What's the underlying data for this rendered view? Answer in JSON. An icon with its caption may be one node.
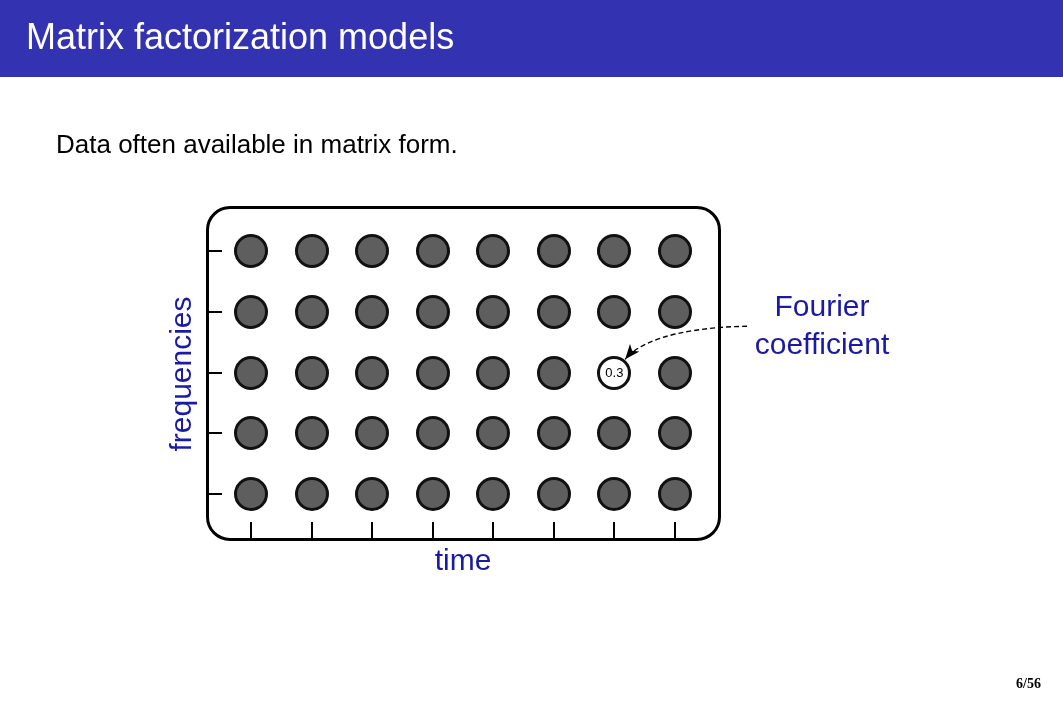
{
  "diagram": {
    "title": "Matrix factorization models",
    "nodes": [
      {
        "text": [],
        "shape": "box",
        "beside": [
          "frequencies",
          "time"
        ]
      },
      {
        "text": [],
        "shape": "circle",
        "in": 0
      },
      {
        "text": [],
        "shape": "circle",
        "in": 0
      },
      {
        "text": [],
        "shape": "circle",
        "in": 0
      },
      {
        "text": [],
        "shape": "circle",
        "in": 0
      },
      {
        "text": [],
        "shape": "circle",
        "in": 0
      },
      {
        "text": [],
        "shape": "circle",
        "in": 0
      },
      {
        "text": [],
        "shape": "circle",
        "in": 0
      },
      {
        "text": [],
        "shape": "circle",
        "in": 0
      },
      {
        "text": [],
        "shape": "circle",
        "in": 0
      },
      {
        "text": [],
        "shape": "circle",
        "in": 0
      },
      {
        "text": [],
        "shape": "circle",
        "in": 0
      },
      {
        "text": [],
        "shape": "circle",
        "in": 0
      },
      {
        "text": [],
        "shape": "circle",
        "in": 0
      },
      {
        "text": [],
        "shape": "circle",
        "in": 0
      },
      {
        "text": [],
        "shape": "circle",
        "in": 0
      },
      {
        "text": [],
        "shape": "circle",
        "in": 0
      },
      {
        "text": [],
        "shape": "circle",
        "in": 0
      },
      {
        "text": [],
        "shape": "circle",
        "in": 0
      },
      {
        "text": [],
        "shape": "circle",
        "in": 0
      },
      {
        "text": [],
        "shape": "circle",
        "in": 0
      },
      {
        "text": [],
        "shape": "circle",
        "in": 0
      },
      {
        "text": [],
        "shape": "circle",
        "in": 0
      },
      {
        "text": [
          "0.3"
        ],
        "in": 0
      },
      {
        "text": [],
        "shape": "circle",
        "in": 0
      },
      {
        "text": [],
        "shape": "circle",
        "in": 0
      },
      {
        "text": [],
        "shape": "circle",
        "in": 0
      },
      {
        "text": [],
        "shape": "circle",
        "in": 0
      },
      {
        "text": [],
        "shape": "circle",
        "in": 0
      },
      {
        "text": [],
        "shape": "circle",
        "in": 0
      },
      {
        "text": [],
        "shape": "circle",
        "in": 0
      },
      {
        "text": [],
        "shape": "circle",
        "in": 0
      },
      {
        "text": [],
        "shape": "circle",
        "in": 0
      },
      {
        "text": [],
        "shape": "circle",
        "in": 0
      },
      {
        "text": [],
        "shape": "circle",
        "in": 0
      },
      {
        "text": [],
        "shape": "circle",
        "in": 0
      },
      {
        "text": [],
        "shape": "circle",
        "in": 0
      },
      {
        "text": [],
        "shape": "circle",
        "in": 0
      },
      {
        "text": [],
        "shape": "circle",
        "in": 0
      },
      {
        "text": [],
        "shape": "circle",
        "in": 0
      },
      {
        "text": [],
        "shape": "circle",
        "in": 0
      },
      {
        "text": [
          "Fourier coefficient"
        ]
      }
    ],
    "edges": [
      {
        "from": 41,
        "to": 23,
        "arrow": "to",
        "style": "dashed"
      }
    ],
    "labels": [
      "Data often available in matrix form.",
      "6/56"
    ]
  }
}
